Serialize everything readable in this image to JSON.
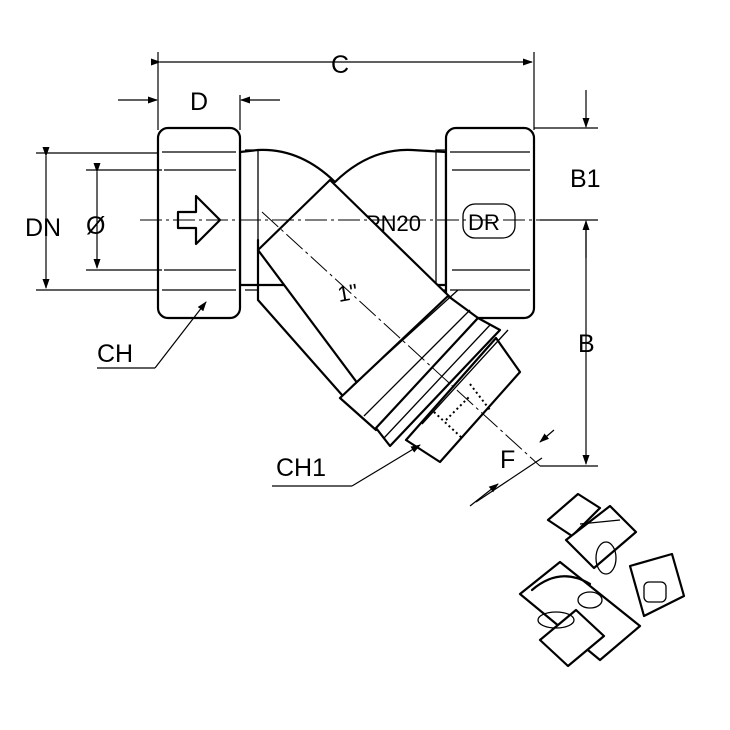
{
  "labels": {
    "c": "C",
    "d": "D",
    "b1": "B1",
    "dn": "DN",
    "diameter": "Ø",
    "b": "B",
    "ch": "CH",
    "ch1": "CH1",
    "f": "F"
  },
  "markings": {
    "pressure": "PN20",
    "size": "1\"",
    "logo": "DR"
  }
}
